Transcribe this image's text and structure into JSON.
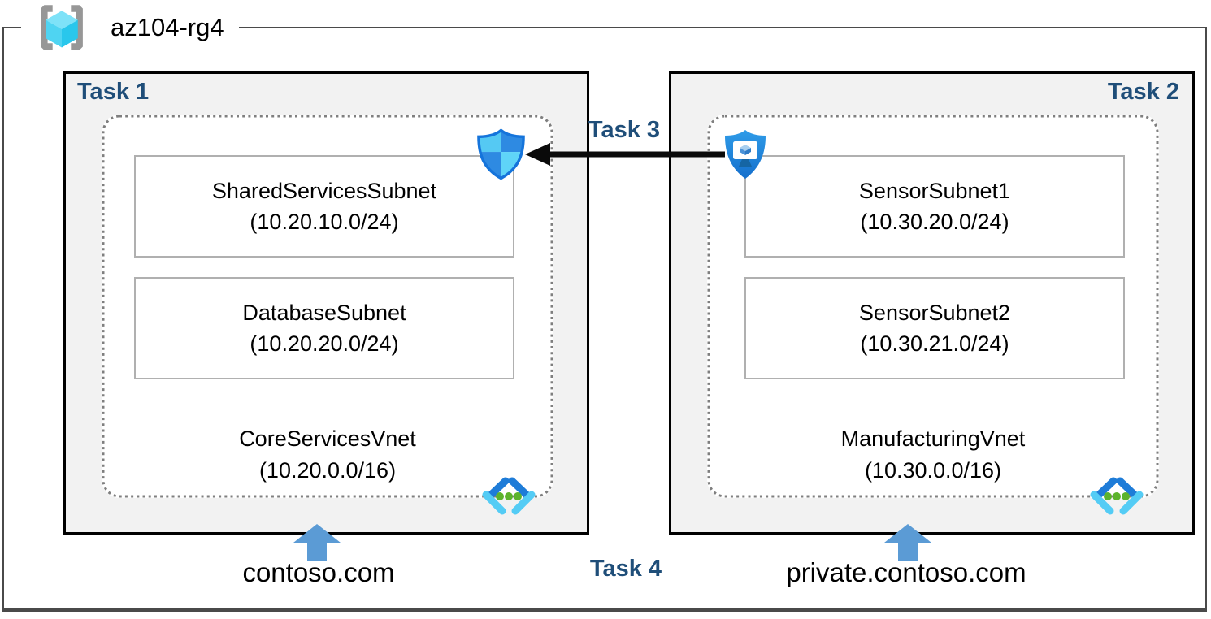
{
  "resource_group": {
    "name": "az104-rg4",
    "icon": "resource-group-icon"
  },
  "tasks": {
    "task1_label": "Task 1",
    "task2_label": "Task 2",
    "task3_label": "Task 3",
    "task4_label": "Task 4"
  },
  "left_vnet": {
    "name": "CoreServicesVnet",
    "cidr": "(10.20.0.0/16)",
    "subnets": [
      {
        "name": "SharedServicesSubnet",
        "cidr": "(10.20.10.0/24)"
      },
      {
        "name": "DatabaseSubnet",
        "cidr": "(10.20.20.0/24)"
      }
    ],
    "dns_zone": "contoso.com",
    "corner_icon": "virtual-network-icon",
    "security_icon": "network-security-shield-icon"
  },
  "right_vnet": {
    "name": "ManufacturingVnet",
    "cidr": "(10.30.0.0/16)",
    "subnets": [
      {
        "name": "SensorSubnet1",
        "cidr": "(10.30.20.0/24)"
      },
      {
        "name": "SensorSubnet2",
        "cidr": "(10.30.21.0/24)"
      }
    ],
    "dns_zone": "private.contoso.com",
    "corner_icon": "virtual-network-icon",
    "security_icon": "bastion-shield-icon"
  },
  "connections": {
    "task3_arrow": "arrow-from-bastion-to-security-shield-pointing-left"
  },
  "colors": {
    "task_label_blue": "#1f4e79",
    "box_fill_gray": "#f2f2f2",
    "subnet_border_gray": "#b0b0b0",
    "dashed_border_gray": "#7f7f7f",
    "up_arrow_blue": "#5b9bd5",
    "arrow_black": "#0a0a0a",
    "azure_blue": "#1e86df",
    "azure_light_cyan": "#55c9f3",
    "vnet_green_dot": "#5cb32c"
  }
}
